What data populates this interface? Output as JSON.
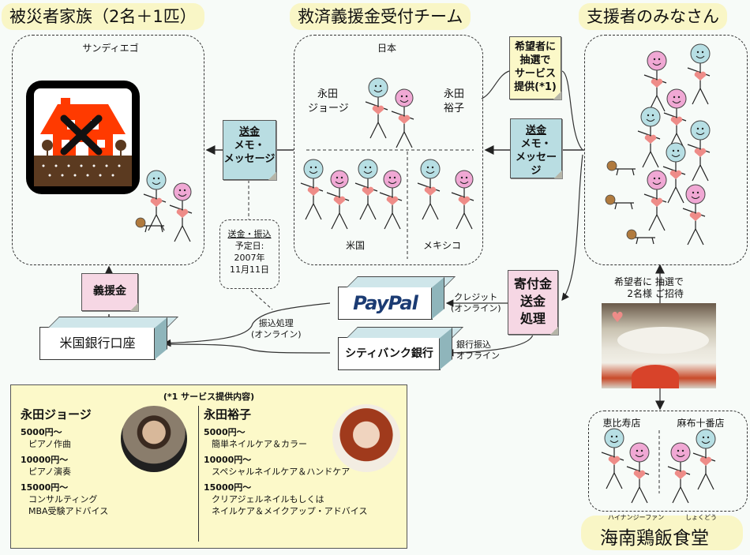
{
  "titles": {
    "victims": "被災者家族（2名＋1匹）",
    "team": "救済義援金受付チーム",
    "supporters": "支援者のみなさん",
    "restaurant": "海南鶏飯食堂",
    "restaurant_ruby_left": "ハイナンジーファン",
    "restaurant_ruby_right": "しょくどう"
  },
  "regions": {
    "san_diego": "サンディエゴ",
    "japan": "日本",
    "usa": "米国",
    "mexico": "メキシコ",
    "ebisu": "恵比寿店",
    "azabu": "麻布十番店"
  },
  "people": {
    "george_line1": "永田",
    "george_line2": "ジョージ",
    "yuko_line1": "永田",
    "yuko_line2": "裕子"
  },
  "notes": {
    "lottery": [
      "希望者に",
      "抽選で",
      "サービス",
      "提供(*1)"
    ],
    "send_memo_left": [
      "送金",
      "メモ・",
      "メッセージ"
    ],
    "send_memo_right": [
      "送金",
      "メモ・",
      "メッセージ"
    ],
    "donation": "義援金",
    "donation_process": [
      "寄付金",
      "送金",
      "処理"
    ]
  },
  "callout": {
    "lines": [
      "送金・振込",
      "予定日:",
      "2007年",
      "11月11日"
    ]
  },
  "banks": {
    "us_account": "米国銀行口座",
    "paypal": "PayPal",
    "citibank": "シティバンク銀行"
  },
  "edge_labels": {
    "transfer": [
      "振込処理",
      "(オンライン)"
    ],
    "credit": [
      "クレジット",
      "(オンライン)"
    ],
    "bank_transfer": [
      "銀行振込",
      "オフライン"
    ],
    "invite": [
      "希望者に 抽選で",
      "2名様 ご招待"
    ]
  },
  "service": {
    "heading": "(*1 サービス提供内容)",
    "george": {
      "name": "永田ジョージ",
      "tiers": [
        {
          "price": "5000円〜",
          "items": [
            "ピアノ作曲"
          ]
        },
        {
          "price": "10000円〜",
          "items": [
            "ピアノ演奏"
          ]
        },
        {
          "price": "15000円〜",
          "items": [
            "コンサルティング",
            "MBA受験アドバイス"
          ]
        }
      ]
    },
    "yuko": {
      "name": "永田裕子",
      "tiers": [
        {
          "price": "5000円〜",
          "items": [
            "簡単ネイルケア＆カラー"
          ]
        },
        {
          "price": "10000円〜",
          "items": [
            "スペシャルネイルケア＆ハンドケア"
          ]
        },
        {
          "price": "15000円〜",
          "items": [
            "クリアジェルネイルもしくは",
            "ネイルケア＆メイクアップ・アドバイス"
          ]
        }
      ]
    }
  },
  "colors": {
    "title_bg": "#f9f6c6",
    "note_blue": "#b9dde2",
    "note_pink": "#f6d7e4",
    "note_yellow": "#fbf8c8",
    "head_blue": "#b7dfe4",
    "head_pink": "#f0a8d4",
    "head_brown": "#b07a3e",
    "heart": "#ee8c88",
    "house_red": "#ff3a00",
    "paypal_dark": "#1b3b73",
    "paypal_light": "#2c8dd0"
  }
}
